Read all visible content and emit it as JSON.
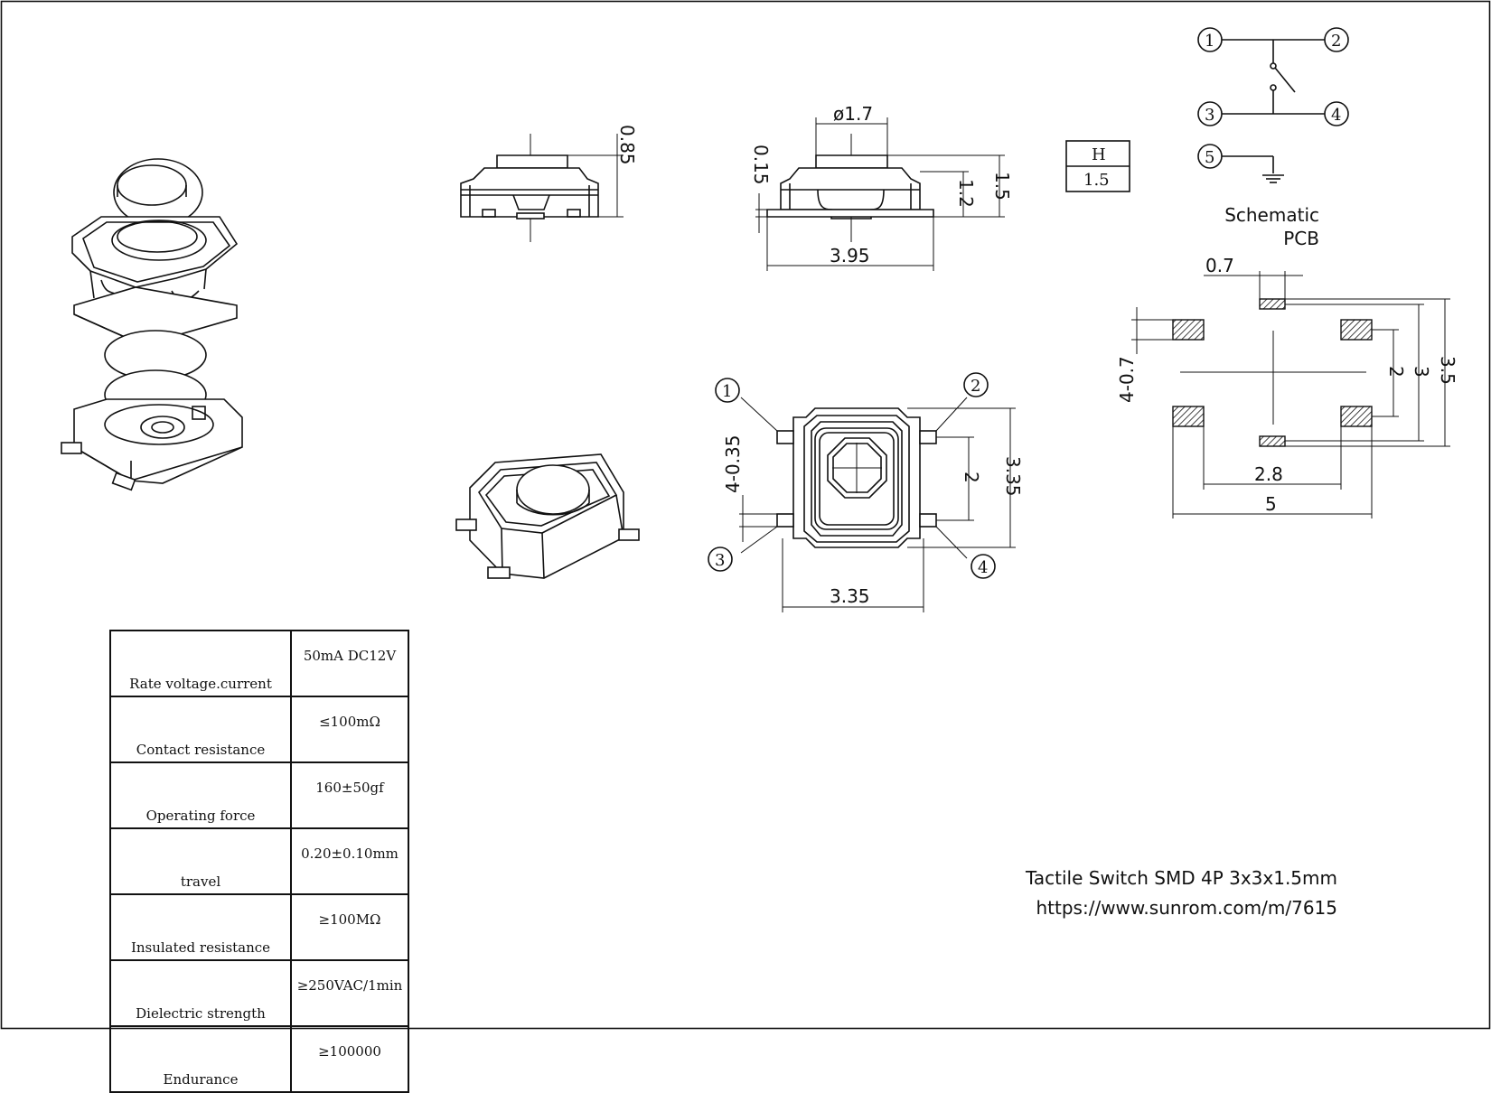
{
  "title": "Tactile Switch SMD 4P 3x3x1.5mm",
  "url": "https://www.sunrom.com/m/7615",
  "height_table": {
    "header": "H",
    "value": "1.5"
  },
  "schematic": {
    "label_schematic": "Schematic",
    "label_pcb": "PCB",
    "pins": [
      "1",
      "2",
      "3",
      "4",
      "5"
    ]
  },
  "side_view_1": {
    "dim_height": "0.85"
  },
  "side_view_2": {
    "dim_diameter": "ø1.7",
    "dim_gap": "0.15",
    "dim_body": "1.2",
    "dim_total": "1.5",
    "dim_width": "3.95"
  },
  "top_view": {
    "pins": [
      "1",
      "2",
      "3",
      "4"
    ],
    "dim_pad": "4-0.35",
    "dim_pitch": "2",
    "dim_height": "3.35",
    "dim_width": "3.35"
  },
  "pcb": {
    "dim_slot": "0.7",
    "dim_pad": "4-0.7",
    "dim_2": "2",
    "dim_3": "3",
    "dim_35": "3.5",
    "dim_28": "2.8",
    "dim_5": "5"
  },
  "specs": [
    {
      "label": "Rate voltage.current",
      "value": "50mA DC12V"
    },
    {
      "label": "Contact resistance",
      "value": "≤100mΩ"
    },
    {
      "label": "Operating force",
      "value": "160±50gf"
    },
    {
      "label": "travel",
      "value": "0.20±0.10mm"
    },
    {
      "label": "Insulated resistance",
      "value": "≥100MΩ"
    },
    {
      "label": "Dielectric strength",
      "value": "≥250VAC/1min"
    },
    {
      "label": "Endurance",
      "value": "≥100000"
    }
  ]
}
